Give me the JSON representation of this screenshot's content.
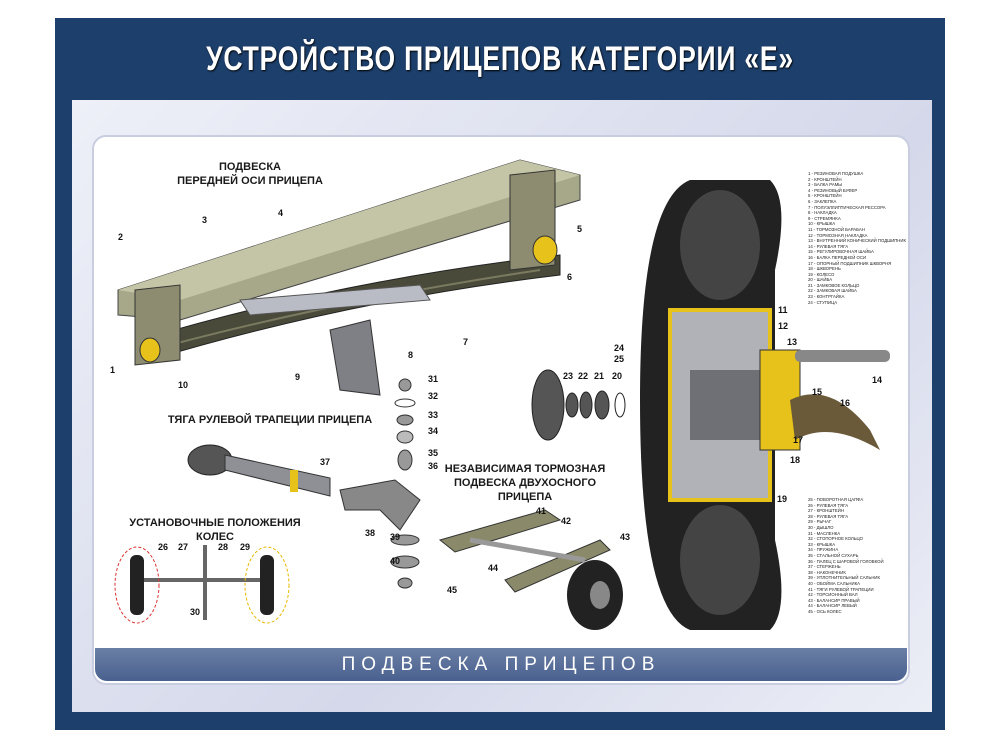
{
  "title": "УСТРОЙСТВО ПРИЦЕПОВ КАТЕГОРИИ «Е»",
  "banner": "ПОДВЕСКА ПРИЦЕПОВ",
  "headings": {
    "front_axle": "ПОДВЕСКА\nПЕРЕДНЕЙ ОСИ ПРИЦЕПА",
    "steering_rod": "ТЯГА РУЛЕВОЙ ТРАПЕЦИИ ПРИЦЕПА",
    "wheel_positions": "УСТАНОВОЧНЫЕ ПОЛОЖЕНИЯ КОЛЕС",
    "independent": "НЕЗАВИСИМАЯ ТОРМОЗНАЯ\nПОДВЕСКА ДВУХОСНОГО ПРИЦЕПА"
  },
  "legend": [
    "1 - РЕЗИНОВАЯ ПОДУШКА",
    "2 - КРОНШТЕЙН",
    "3 - БАЛКА РАМЫ",
    "4 - РЕЗИНОВЫЙ БУФЕР",
    "5 - КРОНШТЕЙН",
    "6 - ЗАКЛЕПКА",
    "7 - ПОЛУЭЛЛИПТИЧЕСКАЯ РЕССОРА",
    "8 - НАКЛАДКА",
    "9 - СТРЕМЯНКА",
    "10 - КРЫШКА",
    "11 - ТОРМОЗНОЙ БАРАБАН",
    "12 - ТОРМОЗНАЯ НАКЛАДКА",
    "13 - ВНУТРЕННИЙ КОНИЧЕСКИЙ ПОДШИПНИК",
    "14 - РУЛЕВАЯ ТЯГА",
    "15 - РЕГУЛИРОВОЧНАЯ ШАЙБА",
    "16 - БАЛКА ПЕРЕДНЕЙ ОСИ",
    "17 - ОПОРНЫЙ ПОДШИПНИК ШКВОРНЯ",
    "18 - ШКВОРЕНЬ",
    "19 - КОЛЕСО",
    "20 - ШАЙБА",
    "21 - ЗАМКОВОЕ КОЛЬЦО",
    "22 - ЗАМКОВАЯ ШАЙБА",
    "23 - КОНТРГАЙКА",
    "24 - СТУПИЦА",
    "25 - ПОВОРОТНАЯ ЦАПФА",
    "26 - РУЛЕВАЯ ТЯГА",
    "27 - КРОНШТЕЙН",
    "28 - РУЛЕВАЯ ТЯГА",
    "29 - РЫЧАГ",
    "30 - ДЫШЛО",
    "31 - МАСЛЕНКА",
    "32 - СТОПОРНОЕ КОЛЬЦО",
    "33 - КРЫШКА",
    "34 - ПРУЖИНА",
    "35 - СТАЛЬНОЙ СУХАРЬ",
    "36 - ПАЛЕЦ С ШАРОВОЙ ГОЛОВКОЙ",
    "37 - СТЕРЖЕНЬ",
    "38 - НАКОНЕЧНИК",
    "39 - УПЛОТНИТЕЛЬНЫЙ САЛЬНИК",
    "40 - ОБОЙМА САЛЬНИКА",
    "41 - ТЯГИ РУЛЕВОЙ ТРАПЕЦИИ",
    "42 - ТОРСИОННЫЙ ВАЛ",
    "43 - БАЛАНСИР ПРАВЫЙ",
    "44 - БАЛАНСИР ЛЕВЫЙ",
    "45 - ОСЬ КОЛЕС"
  ],
  "callouts": [
    "1",
    "2",
    "3",
    "4",
    "5",
    "6",
    "7",
    "8",
    "9",
    "10",
    "11",
    "12",
    "13",
    "14",
    "15",
    "16",
    "17",
    "18",
    "19",
    "20",
    "21",
    "22",
    "23",
    "24",
    "25",
    "26",
    "27",
    "28",
    "29",
    "30",
    "31",
    "32",
    "33",
    "34",
    "35",
    "36",
    "37",
    "38",
    "39",
    "40",
    "41",
    "42",
    "43",
    "44",
    "45"
  ]
}
